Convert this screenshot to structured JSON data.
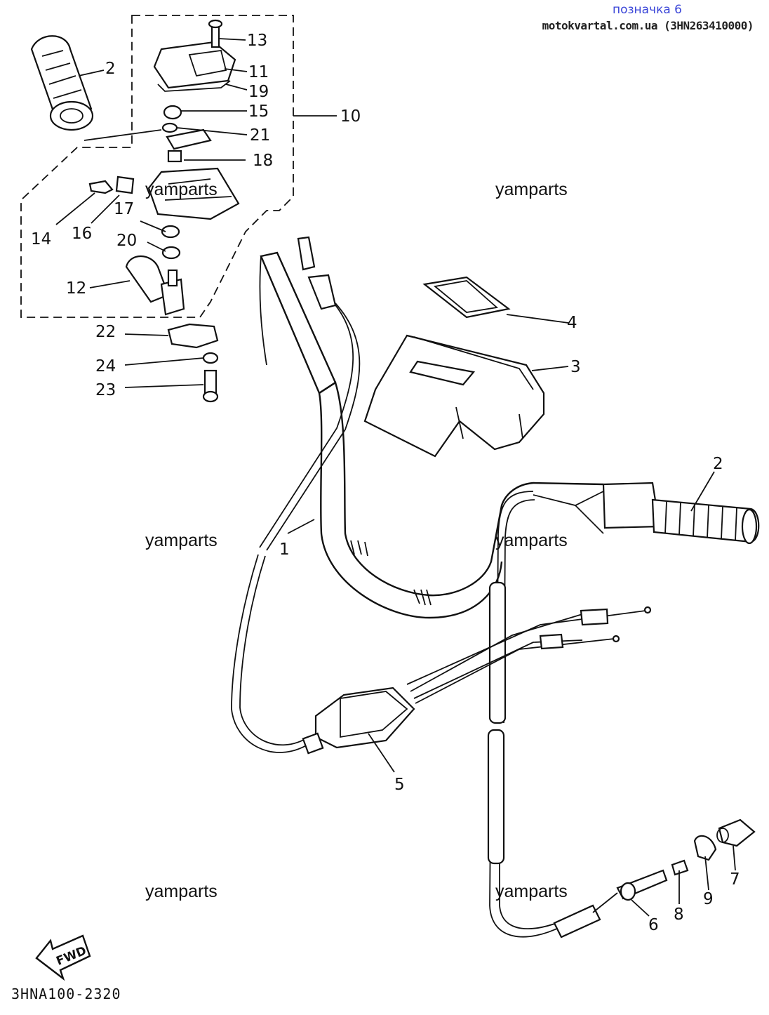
{
  "header": {
    "title": "позначка 6",
    "source": "motokvartal.com.ua (3HN263410000)"
  },
  "watermarks": [
    "yamparts",
    "yamparts",
    "yamparts",
    "yamparts",
    "yamparts",
    "yamparts"
  ],
  "callouts": {
    "c1": "1",
    "c2a": "2",
    "c2b": "2",
    "c3": "3",
    "c4": "4",
    "c5": "5",
    "c6": "6",
    "c7": "7",
    "c8": "8",
    "c9": "9",
    "c10": "10",
    "c11": "11",
    "c12": "12",
    "c13": "13",
    "c14": "14",
    "c15": "15",
    "c16": "16",
    "c17": "17",
    "c18": "18",
    "c19": "19",
    "c20": "20",
    "c21": "21",
    "c22": "22",
    "c23": "23",
    "c24": "24"
  },
  "fwd_label": "FWD",
  "drawing_code": "3HNA100-2320",
  "icons": {
    "fwd_arrow": "fwd-arrow-icon"
  }
}
